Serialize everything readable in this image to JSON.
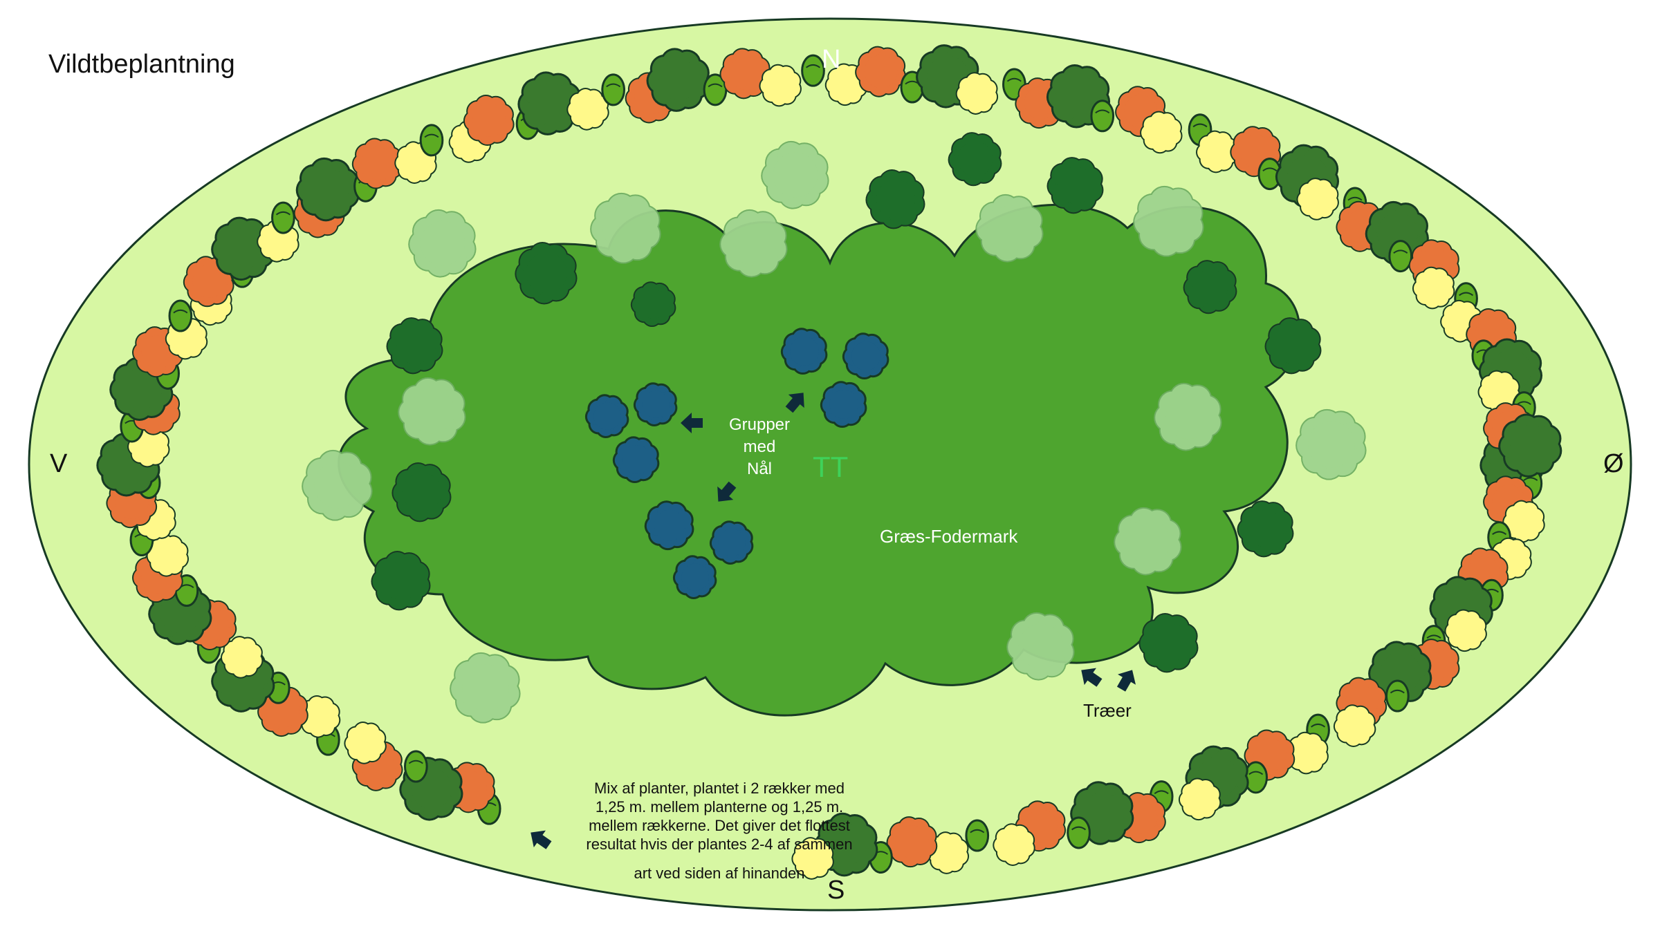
{
  "title": "Vildtbeplantning",
  "compass": {
    "north": "N",
    "south": "S",
    "east": "Ø",
    "west": "V"
  },
  "labels": {
    "conifer_groups": [
      "Grupper",
      "med",
      "Nål"
    ],
    "hunting_tower": "TT",
    "meadow": "Græs-Fodermark",
    "trees": "Træer",
    "hedge_note": [
      "Mix af planter, plantet i 2 rækker med",
      "1,25 m. mellem planterne og 1,25 m.",
      "mellem rækkerne. Det giver det flottest",
      "resultat hvis der plantes 2-4 af sammen",
      "art ved siden af hinanden"
    ]
  },
  "colors": {
    "field": "#d7f7a3",
    "meadow": "#4ea52f",
    "outline": "#173a24",
    "big_shrub": "#3a7a2e",
    "small_shrub": "#5cab22",
    "orange_shrub": "#e8753a",
    "yellow_shrub": "#fff98a",
    "tree": "#1e6e2a",
    "conifer": "#1d5f86",
    "faded_tree": "#9fd48e",
    "arrow": "#0f2a3a",
    "tt_label": "#3fd25a"
  }
}
